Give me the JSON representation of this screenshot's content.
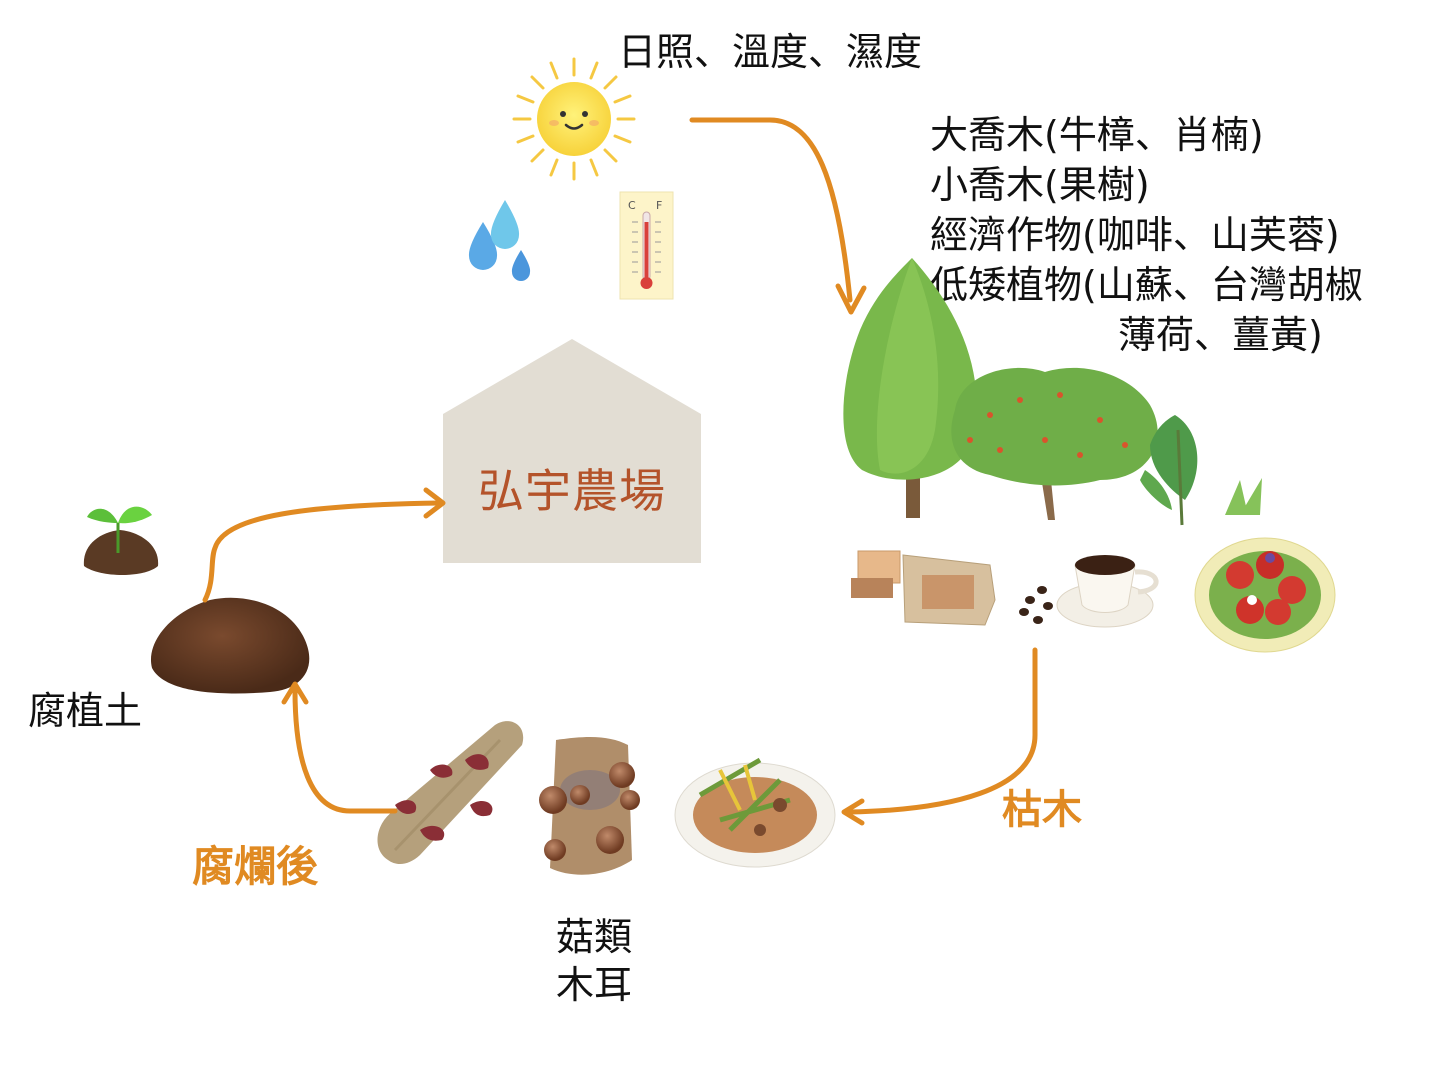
{
  "top_label": "日照、溫度、濕度",
  "farm_name": "弘宇農場",
  "plant_lines": [
    "大喬木(牛樟、肖楠)",
    "小喬木(果樹)",
    "經濟作物(咖啡、山芙蓉)",
    "低矮植物(山蘇、台灣胡椒",
    "薄荷、薑黃)"
  ],
  "deadwood_label": "枯木",
  "rot_label": "腐爛後",
  "humus_label": "腐植土",
  "fungi_lines": [
    "菇類",
    "木耳"
  ],
  "thermometer_units": [
    "C",
    "F"
  ],
  "colors": {
    "arrow": "#e08a22",
    "farm_text": "#b4532a",
    "house": "#e2ddd3"
  },
  "icons": [
    "sun-icon",
    "water-drops-icon",
    "thermometer-icon",
    "trees-icon",
    "brown-sugar-icon",
    "coffee-cup-icon",
    "salad-plate-icon",
    "mushroom-plate-icon",
    "log-fungus-icon",
    "mushroom-log-icon",
    "soil-mound-icon",
    "sprout-icon"
  ]
}
